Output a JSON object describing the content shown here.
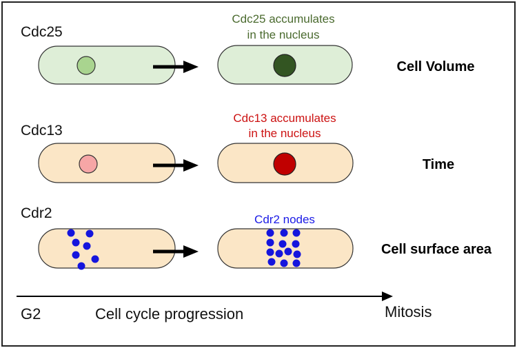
{
  "rows": [
    {
      "protein_label": "Cdc25",
      "annotation_lines": [
        "Cdc25 accumulates",
        "in the nucleus"
      ],
      "annotation_color": "#4a6a2e",
      "cell_fill": "#deeed7",
      "nucleus_before_color": "#a9d48f",
      "nucleus_after_color": "#335522",
      "readout": "Cell Volume"
    },
    {
      "protein_label": "Cdc13",
      "annotation_lines": [
        "Cdc13 accumulates",
        "in the nucleus"
      ],
      "annotation_color": "#cc1111",
      "cell_fill": "#fbe6c6",
      "nucleus_before_color": "#f6a6a6",
      "nucleus_after_color": "#c00000",
      "readout": "Time"
    },
    {
      "protein_label": "Cdr2",
      "annotation_lines": [
        "Cdr2 nodes"
      ],
      "annotation_color": "#1a1ae6",
      "cell_fill": "#fbe6c6",
      "node_color": "#1515dd",
      "readout": "Cell surface area"
    }
  ],
  "axis": {
    "start_label": "G2",
    "title": "Cell cycle progression",
    "end_label": "Mitosis"
  }
}
